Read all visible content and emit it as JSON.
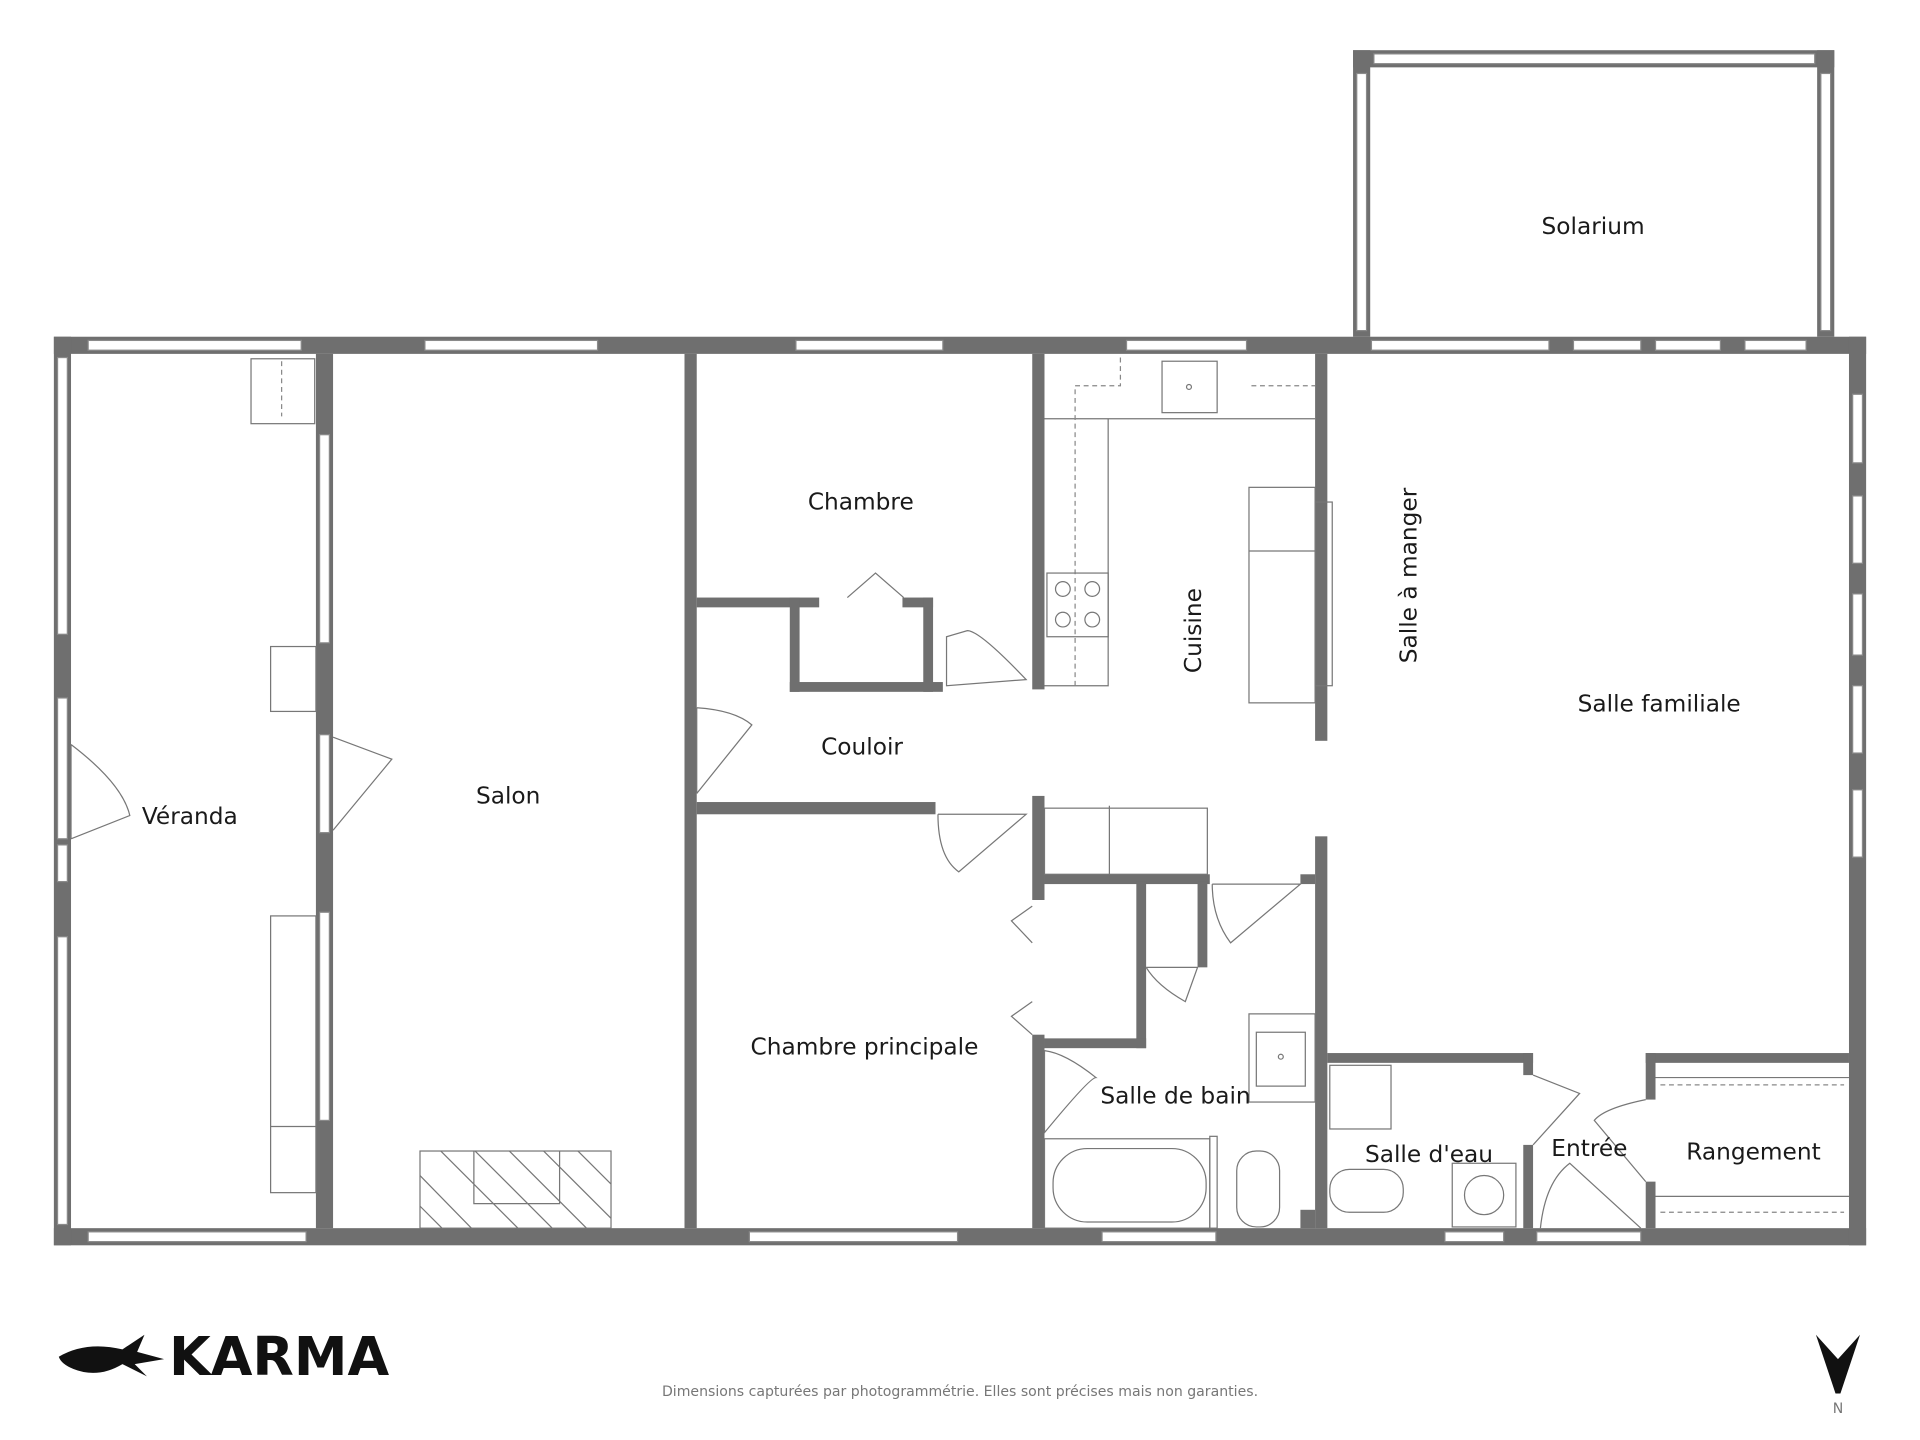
{
  "rooms": {
    "solarium": "Solarium",
    "veranda": "Véranda",
    "salon": "Salon",
    "chambre": "Chambre",
    "couloir": "Couloir",
    "chambre_principale": "Chambre principale",
    "cuisine": "Cuisine",
    "salle_a_manger": "Salle à manger",
    "salle_familiale": "Salle familiale",
    "salle_de_bain": "Salle de bain",
    "salle_deau": "Salle d'eau",
    "entree": "Entrée",
    "rangement": "Rangement"
  },
  "footer": {
    "logo_text": "KARMA",
    "disclaimer": "Dimensions capturées par photogrammétrie. Elles sont précises mais non garanties.",
    "north_label": "N"
  },
  "colors": {
    "wall": "#6f6f6f",
    "background": "#ffffff"
  }
}
